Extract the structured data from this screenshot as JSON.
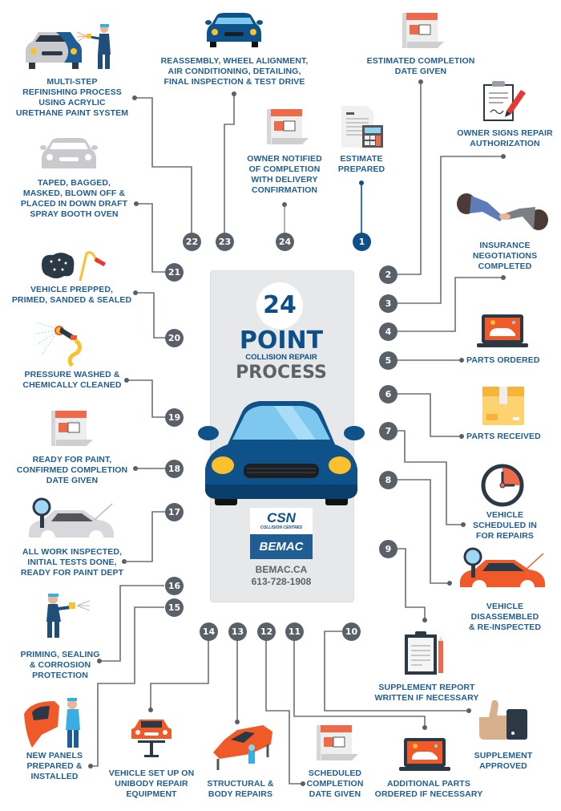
{
  "title": {
    "badge_number": "24",
    "line1": "POINT",
    "line2": "COLLISION REPAIR",
    "line3": "PROCESS"
  },
  "brand": {
    "logo_top": "CSN",
    "logo_sub": "COLLISION CENTRES",
    "logo_bottom": "BEMAC",
    "website": "BEMAC.CA",
    "phone": "613-728-1908"
  },
  "colors": {
    "primary_blue": "#0d4f86",
    "label_blue": "#1f5d93",
    "step_gray": "#5a6068",
    "panel_gray": "#e7e8ea",
    "accent_orange": "#f05a28",
    "accent_yellow": "#fbc02d"
  },
  "steps": [
    {
      "number": "1",
      "label": "ESTIMATE\nPREPARED",
      "icon": "estimate-calculator-icon"
    },
    {
      "number": "2",
      "label": "ESTIMATED COMPLETION\nDATE GIVEN",
      "icon": "calendar-icon"
    },
    {
      "number": "3",
      "label": "OWNER SIGNS REPAIR\nAUTHORIZATION",
      "icon": "clipboard-pen-icon"
    },
    {
      "number": "4",
      "label": "INSURANCE\nNEGOTIATIONS\nCOMPLETED",
      "icon": "handshake-icon"
    },
    {
      "number": "5",
      "label": "PARTS ORDERED",
      "icon": "laptop-parts-icon"
    },
    {
      "number": "6",
      "label": "PARTS RECEIVED",
      "icon": "parcel-box-icon"
    },
    {
      "number": "7",
      "label": "VEHICLE\nSCHEDULED IN\nFOR REPAIRS",
      "icon": "clock-icon"
    },
    {
      "number": "8",
      "label": "VEHICLE\nDISASSEMBLED\n& RE-INSPECTED",
      "icon": "car-inspection-icon"
    },
    {
      "number": "9",
      "label": "SUPPLEMENT REPORT\nWRITTEN IF NECESSARY",
      "icon": "clipboard-report-icon"
    },
    {
      "number": "10",
      "label": "SUPPLEMENT\nAPPROVED",
      "icon": "thumbs-up-icon"
    },
    {
      "number": "11",
      "label": "ADDITIONAL PARTS\nORDERED IF NECESSARY",
      "icon": "laptop-parts-icon"
    },
    {
      "number": "12",
      "label": "SCHEDULED\nCOMPLETION\nDATE GIVEN",
      "icon": "calendar-icon"
    },
    {
      "number": "13",
      "label": "STRUCTURAL &\nBODY REPAIRS",
      "icon": "car-lift-mechanic-icon"
    },
    {
      "number": "14",
      "label": "VEHICLE SET UP ON\nUNIBODY REPAIR\nEQUIPMENT",
      "icon": "car-on-lift-icon"
    },
    {
      "number": "15",
      "label": "NEW PANELS\nPREPARED &\nINSTALLED",
      "icon": "panel-install-icon"
    },
    {
      "number": "16",
      "label": "PRIMING, SEALING\n& CORROSION\nPROTECTION",
      "icon": "spray-painter-icon"
    },
    {
      "number": "17",
      "label": "ALL WORK INSPECTED,\nINITIAL TESTS DONE,\nREADY FOR PAINT DEPT",
      "icon": "car-inspection-icon"
    },
    {
      "number": "18",
      "label": "READY FOR PAINT,\nCONFIRMED COMPLETION\nDATE GIVEN",
      "icon": "calendar-icon"
    },
    {
      "number": "19",
      "label": "PRESSURE WASHED &\nCHEMICALLY CLEANED",
      "icon": "hose-nozzle-icon"
    },
    {
      "number": "20",
      "label": "VEHICLE PREPPED,\nPRIMED, SANDED & SEALED",
      "icon": "sponge-squeegee-icon"
    },
    {
      "number": "21",
      "label": "TAPED, BAGGED,\nMASKED, BLOWN OFF &\nPLACED IN DOWN DRAFT\nSPRAY BOOTH OVEN",
      "icon": "masked-car-icon"
    },
    {
      "number": "22",
      "label": "MULTI-STEP\nREFINISHING PROCESS\nUSING ACRYLIC\nURETHANE PAINT SYSTEM",
      "icon": "painter-car-icon"
    },
    {
      "number": "23",
      "label": "REASSEMBLY, WHEEL ALIGNMENT,\nAIR CONDITIONING, DETAILING,\nFINAL INSPECTION & TEST DRIVE",
      "icon": "blue-car-icon"
    },
    {
      "number": "24",
      "label": "OWNER NOTIFIED\nOF COMPLETION\nWITH DELIVERY\nCONFIRMATION",
      "icon": "calendar-icon"
    }
  ]
}
